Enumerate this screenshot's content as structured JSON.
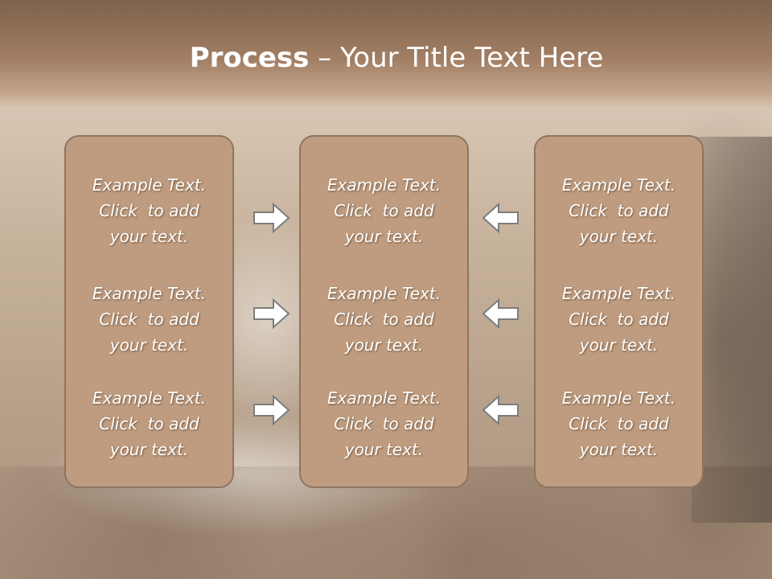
{
  "title": {
    "bold": "Process",
    "rest": " – Your Title Text Here"
  },
  "columns": [
    {
      "items": [
        {
          "line1": "Example Text.",
          "line2": "Click  to add",
          "line3": "your text."
        },
        {
          "line1": "Example Text.",
          "line2": "Click  to add",
          "line3": "your text."
        },
        {
          "line1": "Example Text.",
          "line2": "Click  to add",
          "line3": "your text."
        }
      ]
    },
    {
      "items": [
        {
          "line1": "Example Text.",
          "line2": "Click  to add",
          "line3": "your text."
        },
        {
          "line1": "Example Text.",
          "line2": "Click  to add",
          "line3": "your text."
        },
        {
          "line1": "Example Text.",
          "line2": "Click  to add",
          "line3": "your text."
        }
      ]
    },
    {
      "items": [
        {
          "line1": "Example Text.",
          "line2": "Click  to add",
          "line3": "your text."
        },
        {
          "line1": "Example Text.",
          "line2": "Click  to add",
          "line3": "your text."
        },
        {
          "line1": "Example Text.",
          "line2": "Click  to add",
          "line3": "your text."
        }
      ]
    }
  ],
  "arrows": {
    "left_group": "arrow-right-icon",
    "right_group": "arrow-left-icon"
  },
  "colors": {
    "box_fill": "#bf9c7f",
    "box_border": "#8f7461",
    "title_band": "#a27f64",
    "text": "#ffffff"
  }
}
